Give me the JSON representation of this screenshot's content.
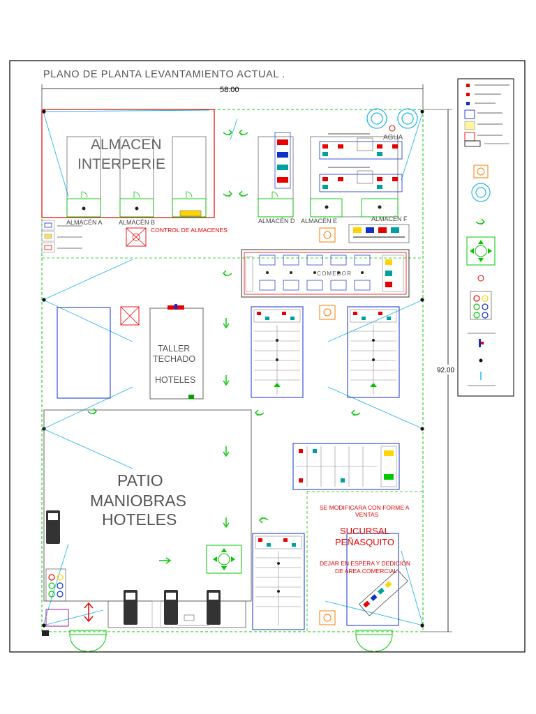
{
  "title": "PLANO DE PLANTA LEVANTAMIENTO ACTUAL .",
  "dimensions": {
    "width": "58.00",
    "height": "92.00"
  },
  "areas": {
    "almacen_interperie": {
      "line1": "ALMACEN",
      "line2": "INTERPERIE"
    },
    "almacen_a": "ALMACÉN A",
    "almacen_b": "ALMACÉN B",
    "almacen_d": "ALMACÉN D",
    "almacen_e": "ALMACÉN E",
    "almacen_f": "ALMACÉN F",
    "control": "CONTROL DE ALMACENES",
    "agua": "AGUA",
    "comedor": "COMEDOR",
    "taller": {
      "line1": "TALLER",
      "line2": "TECHADO",
      "line3": "HOTELES"
    },
    "patio": {
      "line1": "PATIO",
      "line2": "MANIOBRAS",
      "line3": "HOTELES"
    },
    "note_forma": {
      "line1": "SE MODIFICARA CON FORME A",
      "line2": "VENTAS"
    },
    "sucursal": {
      "line1": "SUCURSAL",
      "line2": "PEÑASQUITO"
    },
    "note_espera": {
      "line1": "DEJAR EN ESPERA Y DEDICIÓN",
      "line2": "DE AREA COMERCIAL"
    }
  },
  "colors": {
    "frame": "#000000",
    "red": "#e60000",
    "green": "#00c800",
    "blue": "#1030c8",
    "cyan": "#22b8e8",
    "gray": "#666666"
  }
}
